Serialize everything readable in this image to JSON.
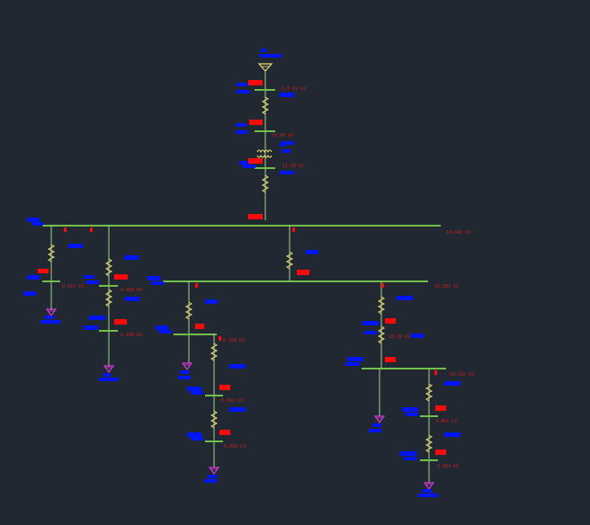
{
  "diagram": {
    "background": "#222831",
    "colors": {
      "bus": "#6fbf4a",
      "branch": "#9fd48a",
      "resistor": "#e8e070",
      "load": "#d23cd8",
      "source": "#e8e070",
      "blue_tag": "#0015ff",
      "red_tag": "#ff0a0a",
      "dim_text": "#c81e1e"
    },
    "source_symbol": "triangle-source-icon",
    "load_symbol": "triangle-load-icon",
    "transformer_symbol": "coil-transformer-icon",
    "annotations": [
      "3.4 kV kV",
      "31.48 kV",
      "11.93 kV",
      "10.440 kV",
      "10.391 kV",
      "10.33 kV",
      "10.152 kV",
      "0.415 kV",
      "0.408 kV",
      "0.398 kV",
      "0.399 kV",
      "0.412 kV",
      "0.399 kV",
      "0.401 kV",
      "0.394 kV"
    ]
  }
}
